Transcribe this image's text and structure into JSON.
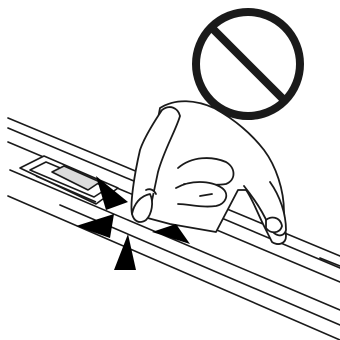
{
  "illustration": {
    "colors": {
      "line": "#1a1a1a",
      "fill": "#ffffff",
      "shade": "#dcdcdc",
      "arrow": "#000000"
    },
    "icons": [
      "prohibition-icon",
      "pointing-hand",
      "caution-arrows",
      "slot-opening"
    ]
  }
}
